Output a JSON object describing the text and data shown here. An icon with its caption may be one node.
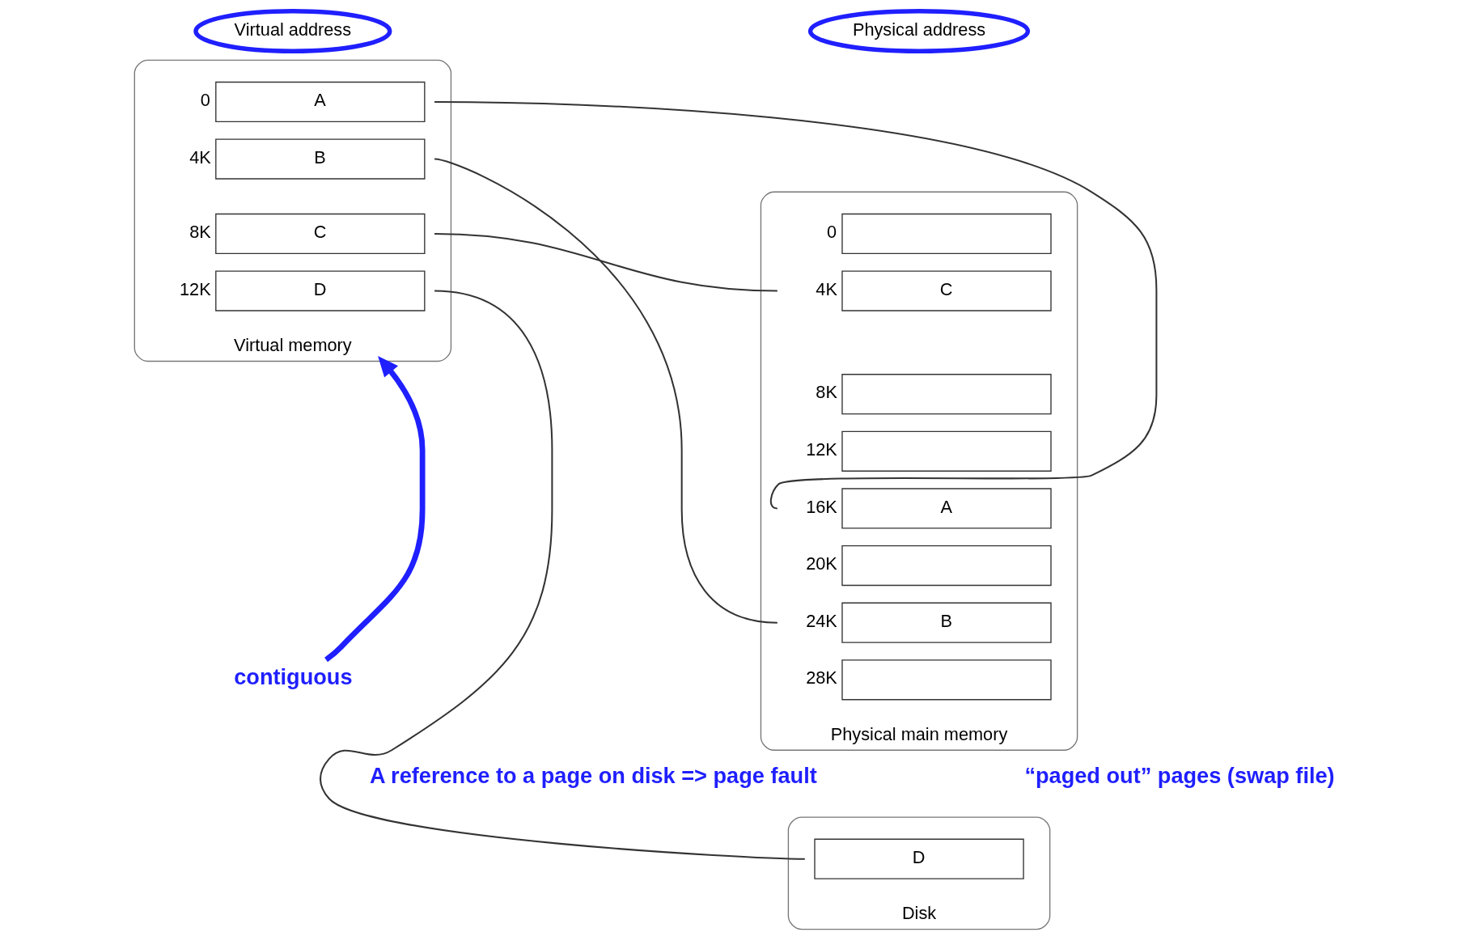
{
  "diagram": {
    "nodes": [
      {
        "text": [
          "Virtual address"
        ]
      },
      {
        "text": [
          "Physical address"
        ]
      },
      {
        "text": [
          "Virtual memory"
        ]
      },
      {
        "text": [
          "A"
        ],
        "in": 2,
        "beside": [
          "0"
        ]
      },
      {
        "text": [
          "B"
        ],
        "in": 2,
        "beside": [
          "4K"
        ]
      },
      {
        "text": [
          "C"
        ],
        "in": 2,
        "beside": [
          "8K"
        ]
      },
      {
        "text": [
          "D"
        ],
        "in": 2,
        "beside": [
          "12K"
        ]
      },
      {
        "text": [
          "Physical main memory"
        ]
      },
      {
        "text": [],
        "shape": "box",
        "in": 7,
        "beside": [
          "0"
        ]
      },
      {
        "text": [
          "C"
        ],
        "in": 7,
        "beside": [
          "4K"
        ]
      },
      {
        "text": [],
        "shape": "box",
        "in": 7,
        "beside": [
          "8K"
        ]
      },
      {
        "text": [],
        "shape": "box",
        "in": 7,
        "beside": [
          "12K"
        ]
      },
      {
        "text": [
          "A"
        ],
        "in": 7,
        "beside": [
          "16K"
        ]
      },
      {
        "text": [],
        "shape": "box",
        "in": 7,
        "beside": [
          "20K"
        ]
      },
      {
        "text": [
          "B"
        ],
        "in": 7,
        "beside": [
          "24K"
        ]
      },
      {
        "text": [],
        "shape": "box",
        "in": 7,
        "beside": [
          "28K"
        ]
      },
      {
        "text": [
          "Disk"
        ]
      },
      {
        "text": [
          "D"
        ],
        "in": 16
      },
      {
        "text": [
          "contiguous"
        ]
      }
    ],
    "edges": [
      {
        "from": 3,
        "to": 12,
        "arrow": "none"
      },
      {
        "from": 4,
        "to": 14,
        "arrow": "none"
      },
      {
        "from": 5,
        "to": 9,
        "arrow": "none"
      },
      {
        "from": 6,
        "to": 17,
        "arrow": "none"
      },
      {
        "from": 18,
        "to": 2,
        "arrow": "to",
        "style": "thick",
        "color": "#1f1fff"
      }
    ],
    "labels": [
      "“paged out” pages (swap file)",
      "A reference to a page on disk => page fault"
    ]
  }
}
